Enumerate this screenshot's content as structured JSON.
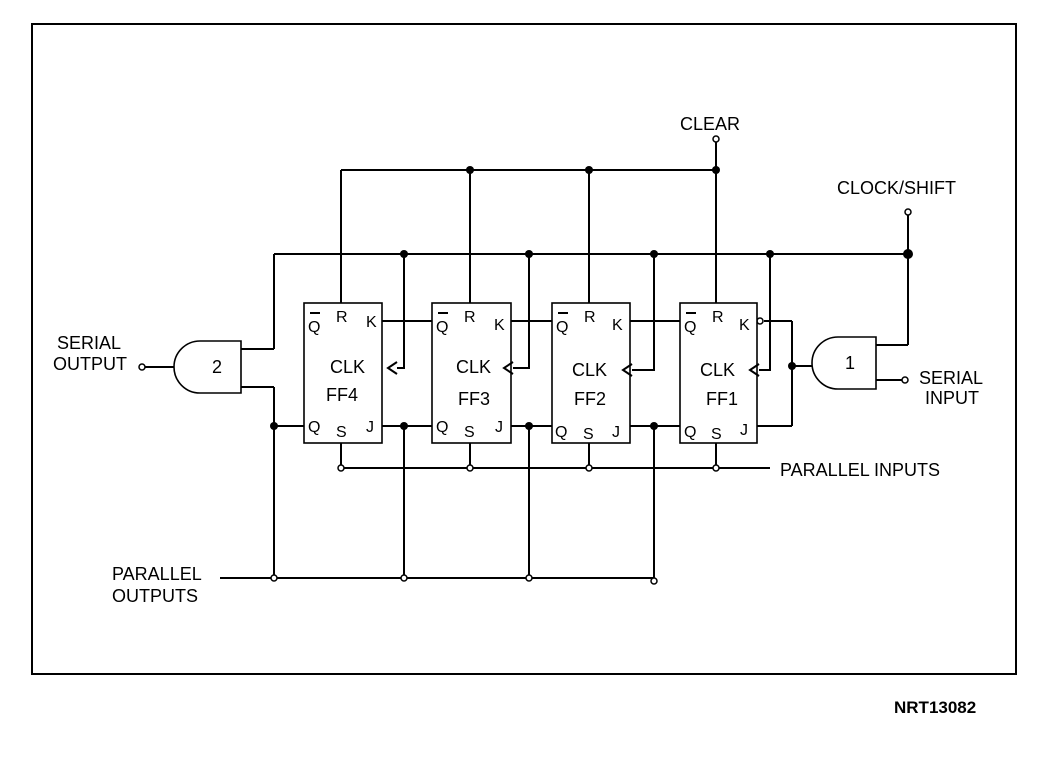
{
  "labels": {
    "clear": "CLEAR",
    "clock_shift": "CLOCK/SHIFT",
    "serial_output_1": "SERIAL",
    "serial_output_2": "OUTPUT",
    "serial_input_1": "SERIAL",
    "serial_input_2": "INPUT",
    "parallel_inputs": "PARALLEL INPUTS",
    "parallel_outputs_1": "PARALLEL",
    "parallel_outputs_2": "OUTPUTS"
  },
  "flip_flops": [
    {
      "name": "FF4"
    },
    {
      "name": "FF3"
    },
    {
      "name": "FF2"
    },
    {
      "name": "FF1"
    }
  ],
  "pins": {
    "qbar": "Q",
    "r": "R",
    "k": "K",
    "clk": "CLK",
    "q": "Q",
    "s": "S",
    "j": "J"
  },
  "gates": {
    "gate1": "1",
    "gate2": "2"
  },
  "figure_id": "NRT13082"
}
